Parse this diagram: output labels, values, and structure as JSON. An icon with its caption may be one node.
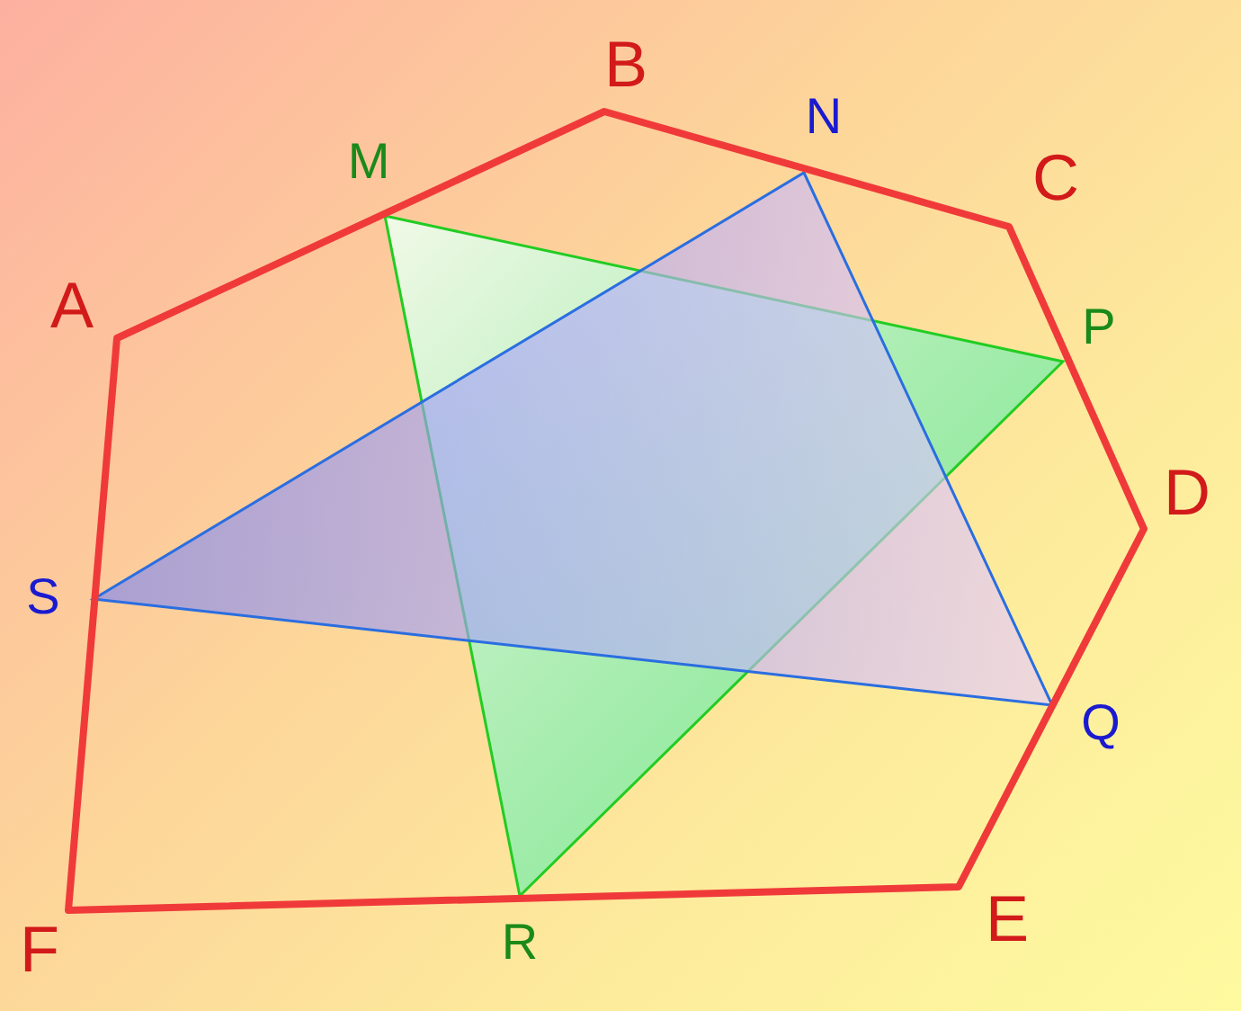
{
  "diagram": {
    "labels": [
      "B",
      "N",
      "M",
      "C",
      "A",
      "P",
      "D",
      "S",
      "Q",
      "E",
      "R",
      "F"
    ]
  }
}
